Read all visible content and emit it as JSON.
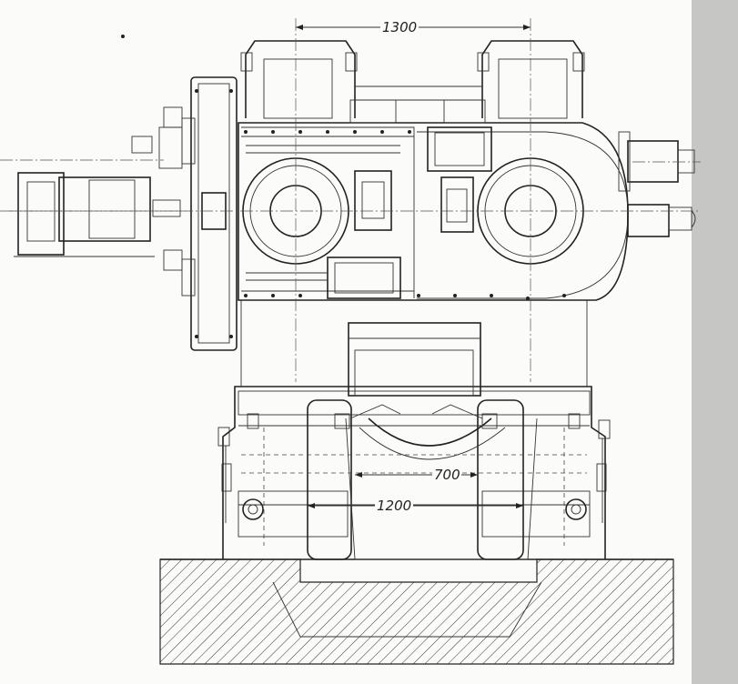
{
  "drawing": {
    "dimensions": [
      {
        "id": "top-width",
        "label": "1300"
      },
      {
        "id": "inner-width",
        "label": "700"
      },
      {
        "id": "base-width",
        "label": "1200"
      }
    ]
  },
  "colors": {
    "ink": "#222222",
    "paper": "#fbfbf9",
    "edge_shadow": "#8a8a8a"
  }
}
